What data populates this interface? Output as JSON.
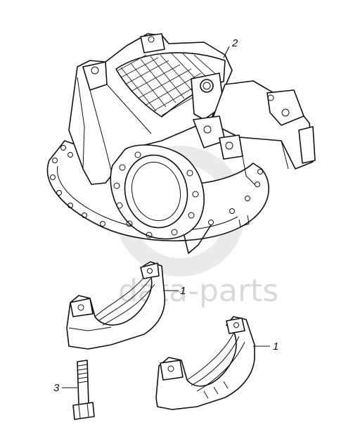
{
  "callouts": {
    "housing": "2",
    "bearing_cap_upper": "1",
    "bearing_cap_lower": "1",
    "bolt": "3"
  },
  "watermark": {
    "text": "data-parts"
  },
  "colors": {
    "ink": "#111111",
    "watermark": "#d9d9d9",
    "background": "#ffffff"
  }
}
